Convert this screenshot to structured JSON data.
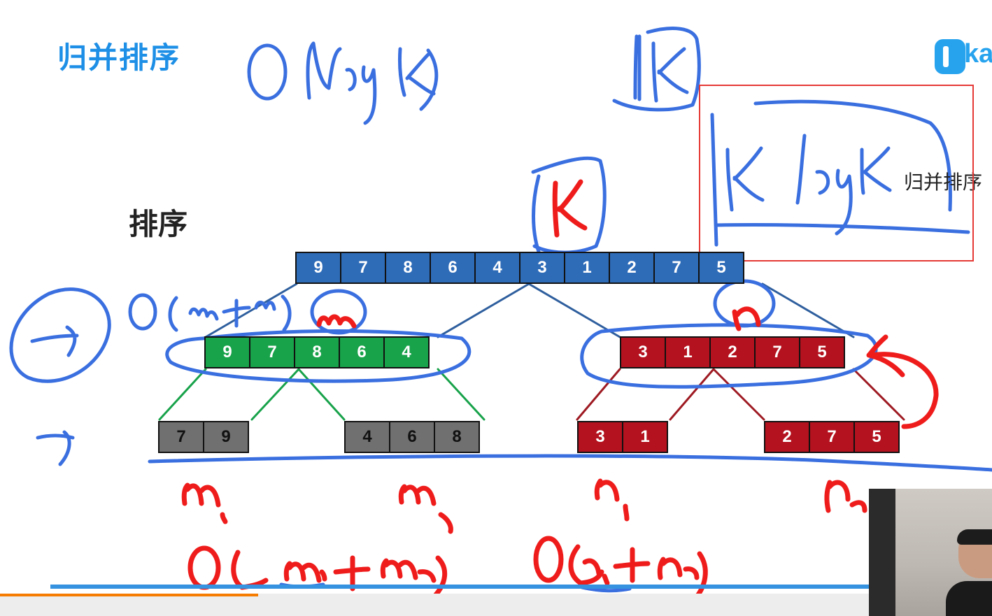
{
  "header": {
    "title": "归并排序",
    "logo_text": "kai"
  },
  "labels": {
    "sort": "排序",
    "side": "归并排序"
  },
  "arrays": {
    "root": [
      "9",
      "7",
      "8",
      "6",
      "4",
      "3",
      "1",
      "2",
      "7",
      "5"
    ],
    "left_child": [
      "9",
      "7",
      "8",
      "6",
      "4"
    ],
    "right_child": [
      "3",
      "1",
      "2",
      "7",
      "5"
    ],
    "leaf_left_a": [
      "7",
      "9"
    ],
    "leaf_left_b": [
      "4",
      "6",
      "8"
    ],
    "leaf_right_a": [
      "3",
      "1"
    ],
    "leaf_right_b": [
      "2",
      "7",
      "5"
    ]
  },
  "colors": {
    "root": "#2f6cb8",
    "left_branch": "#18a24a",
    "right_branch": "#b3121e",
    "leaves_left": "#707070",
    "blue_ink": "#3a6fe0",
    "red_ink": "#ef1c1c",
    "title": "#1e8fe6",
    "highlight_box": "#e53935"
  },
  "video": {
    "progress": 0.26
  }
}
